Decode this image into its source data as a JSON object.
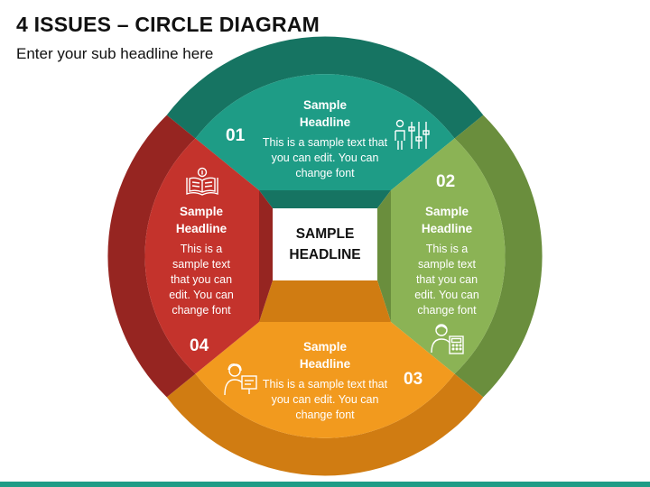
{
  "header": {
    "title": "4 ISSUES – CIRCLE DIAGRAM",
    "subtitle": "Enter your sub headline here"
  },
  "center": {
    "label": "SAMPLE\nHEADLINE"
  },
  "colors": {
    "teal": "#1E9C86",
    "teal_dark": "#167462",
    "green": "#8BB355",
    "green_dark": "#6A8E3D",
    "orange": "#F29A1E",
    "orange_dark": "#D07C12",
    "red": "#C4332C",
    "red_dark": "#962521",
    "bottom_bar": "#1E9C86"
  },
  "segments": [
    {
      "number": "01",
      "headline": "Sample\nHeadline",
      "text": "This is a sample text that\nyou can edit. You can\nchange font",
      "icon": "adjustment-sliders-person-icon"
    },
    {
      "number": "02",
      "headline": "Sample\nHeadline",
      "text": "This is a\nsample text\nthat you can\nedit. You can\nchange font",
      "icon": "person-with-calculator-icon"
    },
    {
      "number": "03",
      "headline": "Sample\nHeadline",
      "text": "This is a sample text that\nyou can edit. You can\nchange font",
      "icon": "presenter-with-board-icon"
    },
    {
      "number": "04",
      "headline": "Sample\nHeadline",
      "text": "This is a\nsample text\nthat you can\nedit. You can\nchange font",
      "icon": "open-book-info-icon"
    }
  ]
}
